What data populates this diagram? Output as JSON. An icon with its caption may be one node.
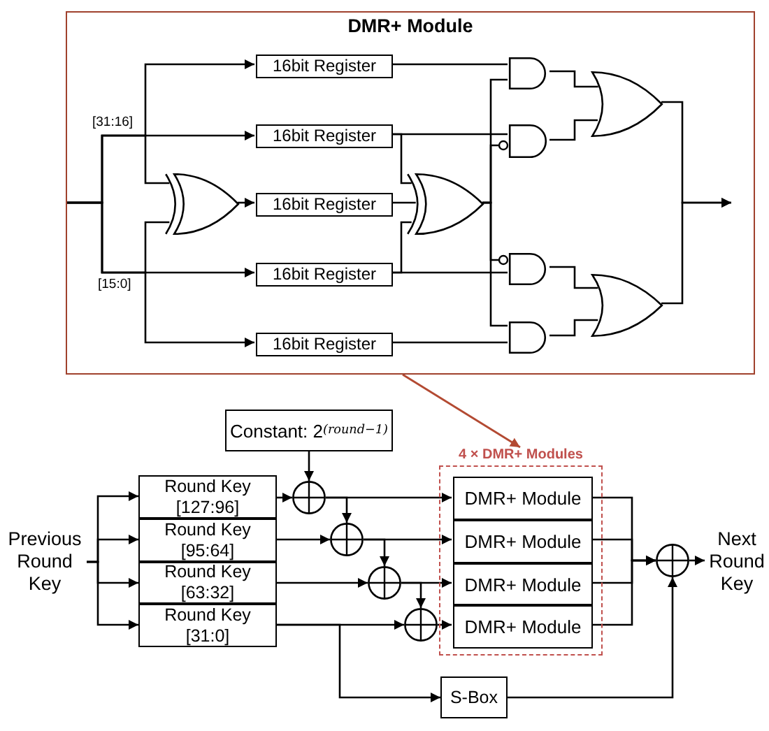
{
  "diagram": {
    "nodes": [
      {
        "text": [
          "DMR+ Module"
        ]
      },
      {
        "text": [
          "16bit Register"
        ],
        "in": 0
      },
      {
        "text": [
          "16bit Register"
        ],
        "in": 0
      },
      {
        "text": [],
        "shape": "xor",
        "in": 0
      },
      {
        "text": [
          "16bit Register"
        ],
        "in": 0
      },
      {
        "text": [
          "16bit Register"
        ],
        "in": 0
      },
      {
        "text": [
          "16bit Register"
        ],
        "in": 0
      },
      {
        "text": [],
        "shape": "xor",
        "in": 0
      },
      {
        "text": [],
        "shape": "and",
        "in": 0
      },
      {
        "text": [],
        "shape": "and",
        "in": 0
      },
      {
        "text": [],
        "shape": "and",
        "in": 0
      },
      {
        "text": [],
        "shape": "and",
        "in": 0
      },
      {
        "text": [],
        "shape": "or",
        "in": 0
      },
      {
        "text": [],
        "shape": "or",
        "in": 0
      },
      {
        "text": [
          "Constant: 2$^{(round−1)}$"
        ]
      },
      {
        "text": [
          "Previous Round Key"
        ]
      },
      {
        "text": [
          "Round Key [127:96]"
        ]
      },
      {
        "text": [
          "Round Key [95:64]"
        ]
      },
      {
        "text": [
          "Round Key [63:32]"
        ]
      },
      {
        "text": [
          "Round Key [31:0]"
        ]
      },
      {
        "text": [],
        "shape": "circle"
      },
      {
        "text": [],
        "shape": "circle"
      },
      {
        "text": [],
        "shape": "circle"
      },
      {
        "text": [],
        "shape": "circle"
      },
      {
        "text": [
          "4 × DMR+ Modules"
        ]
      },
      {
        "text": [
          "DMR+ Module"
        ],
        "in": 24
      },
      {
        "text": [
          "DMR+ Module"
        ],
        "in": 24
      },
      {
        "text": [
          "DMR+ Module"
        ],
        "in": 24
      },
      {
        "text": [
          "DMR+ Module"
        ],
        "in": 24
      },
      {
        "text": [],
        "shape": "circle"
      },
      {
        "text": [
          "S-Box"
        ]
      },
      {
        "text": [
          "Next Round Key"
        ]
      }
    ],
    "edges": [
      {
        "from": null,
        "to": 1,
        "arrow": "to"
      },
      {
        "from": null,
        "to": 2,
        "arrow": "to"
      },
      {
        "from": null,
        "to": 3,
        "arrow": "none"
      },
      {
        "from": null,
        "to": 3,
        "arrow": "none"
      },
      {
        "from": null,
        "to": 5,
        "arrow": "to"
      },
      {
        "from": null,
        "to": 6,
        "arrow": "to"
      },
      {
        "from": 3,
        "to": 4,
        "arrow": "to"
      },
      {
        "from": 1,
        "to": 8,
        "arrow": "none"
      },
      {
        "from": 2,
        "to": 9,
        "arrow": "none"
      },
      {
        "from": 2,
        "to": 7,
        "arrow": "none"
      },
      {
        "from": 4,
        "to": 7,
        "arrow": "none"
      },
      {
        "from": 5,
        "to": 7,
        "arrow": "none"
      },
      {
        "from": 5,
        "to": 10,
        "arrow": "none"
      },
      {
        "from": 6,
        "to": 11,
        "arrow": "none"
      },
      {
        "from": 7,
        "to": 8,
        "arrow": "none"
      },
      {
        "from": 7,
        "to": 9,
        "arrow": "other"
      },
      {
        "from": 7,
        "to": 10,
        "arrow": "other"
      },
      {
        "from": 7,
        "to": 11,
        "arrow": "none"
      },
      {
        "from": 8,
        "to": 12,
        "arrow": "none"
      },
      {
        "from": 9,
        "to": 12,
        "arrow": "none"
      },
      {
        "from": 10,
        "to": 13,
        "arrow": "none"
      },
      {
        "from": 11,
        "to": 13,
        "arrow": "none"
      },
      {
        "from": 12,
        "to": null,
        "arrow": "to"
      },
      {
        "from": 13,
        "to": null,
        "arrow": "to"
      },
      {
        "from": 0,
        "to": 24,
        "arrow": "to",
        "color": "#b34a32"
      },
      {
        "from": 15,
        "to": 16,
        "arrow": "to"
      },
      {
        "from": 15,
        "to": 17,
        "arrow": "to"
      },
      {
        "from": 15,
        "to": 18,
        "arrow": "to"
      },
      {
        "from": 15,
        "to": 19,
        "arrow": "to"
      },
      {
        "from": 14,
        "to": 20,
        "arrow": "to"
      },
      {
        "from": 16,
        "to": 20,
        "arrow": "to"
      },
      {
        "from": 20,
        "to": 25,
        "arrow": "to"
      },
      {
        "from": 20,
        "to": 21,
        "arrow": "to"
      },
      {
        "from": 17,
        "to": 21,
        "arrow": "to"
      },
      {
        "from": 21,
        "to": 26,
        "arrow": "to"
      },
      {
        "from": 21,
        "to": 22,
        "arrow": "to"
      },
      {
        "from": 18,
        "to": 22,
        "arrow": "to"
      },
      {
        "from": 22,
        "to": 27,
        "arrow": "to"
      },
      {
        "from": 22,
        "to": 23,
        "arrow": "to"
      },
      {
        "from": 19,
        "to": 23,
        "arrow": "to"
      },
      {
        "from": 23,
        "to": 28,
        "arrow": "to"
      },
      {
        "from": 19,
        "to": 30,
        "arrow": "to"
      },
      {
        "from": 25,
        "to": 29,
        "arrow": "to"
      },
      {
        "from": 26,
        "to": 29,
        "arrow": "to"
      },
      {
        "from": 27,
        "to": 29,
        "arrow": "to"
      },
      {
        "from": 28,
        "to": 29,
        "arrow": "to"
      },
      {
        "from": 30,
        "to": 29,
        "arrow": "to"
      },
      {
        "from": 29,
        "to": 31,
        "arrow": "to"
      }
    ],
    "labels": [
      "[31:16]",
      "[15:0]"
    ]
  }
}
